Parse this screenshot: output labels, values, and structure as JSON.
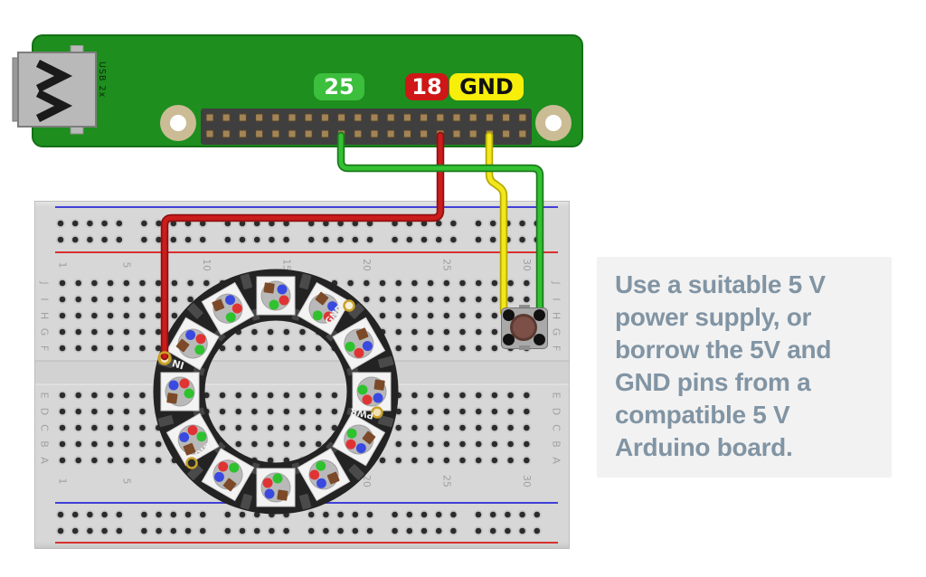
{
  "diagram": {
    "pi_board": {
      "usb_port_label": "USB 2x",
      "pin_labels": {
        "gpio25": "25",
        "gpio18": "18",
        "gnd": "GND"
      },
      "colors": {
        "board_green": "#1e8e1e",
        "badge_green": "#3cbf3c",
        "badge_red": "#cf1717",
        "badge_yellow": "#f7ee0a"
      },
      "gpio_header": {
        "rows": 2,
        "pins_per_row": 20
      }
    },
    "breadboard": {
      "row_letters_top": [
        "J",
        "I",
        "H",
        "G",
        "F"
      ],
      "row_letters_bottom": [
        "E",
        "D",
        "C",
        "B",
        "A"
      ],
      "column_numbers": [
        "1",
        "5",
        "10",
        "15",
        "20",
        "25",
        "30"
      ],
      "columns": 30,
      "rail_blue": "#4040d8",
      "rail_red": "#d83030"
    },
    "neopixel_ring": {
      "led_count": 12,
      "pad_labels": [
        "IN",
        "GND",
        "PWR",
        "OUT"
      ]
    },
    "wires": {
      "green": {
        "connects": "25",
        "hex": "#33c133"
      },
      "red": {
        "connects": "18",
        "hex": "#cc1c1c"
      },
      "yellow": {
        "connects": "GND",
        "hex": "#f2e71e"
      }
    },
    "note": {
      "text": "Use a suitable 5 V\npower supply, or\nborrow the 5V and\nGND pins from a\ncompatible 5 V\nArduino board.",
      "bg": "#f2f2f2",
      "text_color": "#8194a3"
    }
  }
}
